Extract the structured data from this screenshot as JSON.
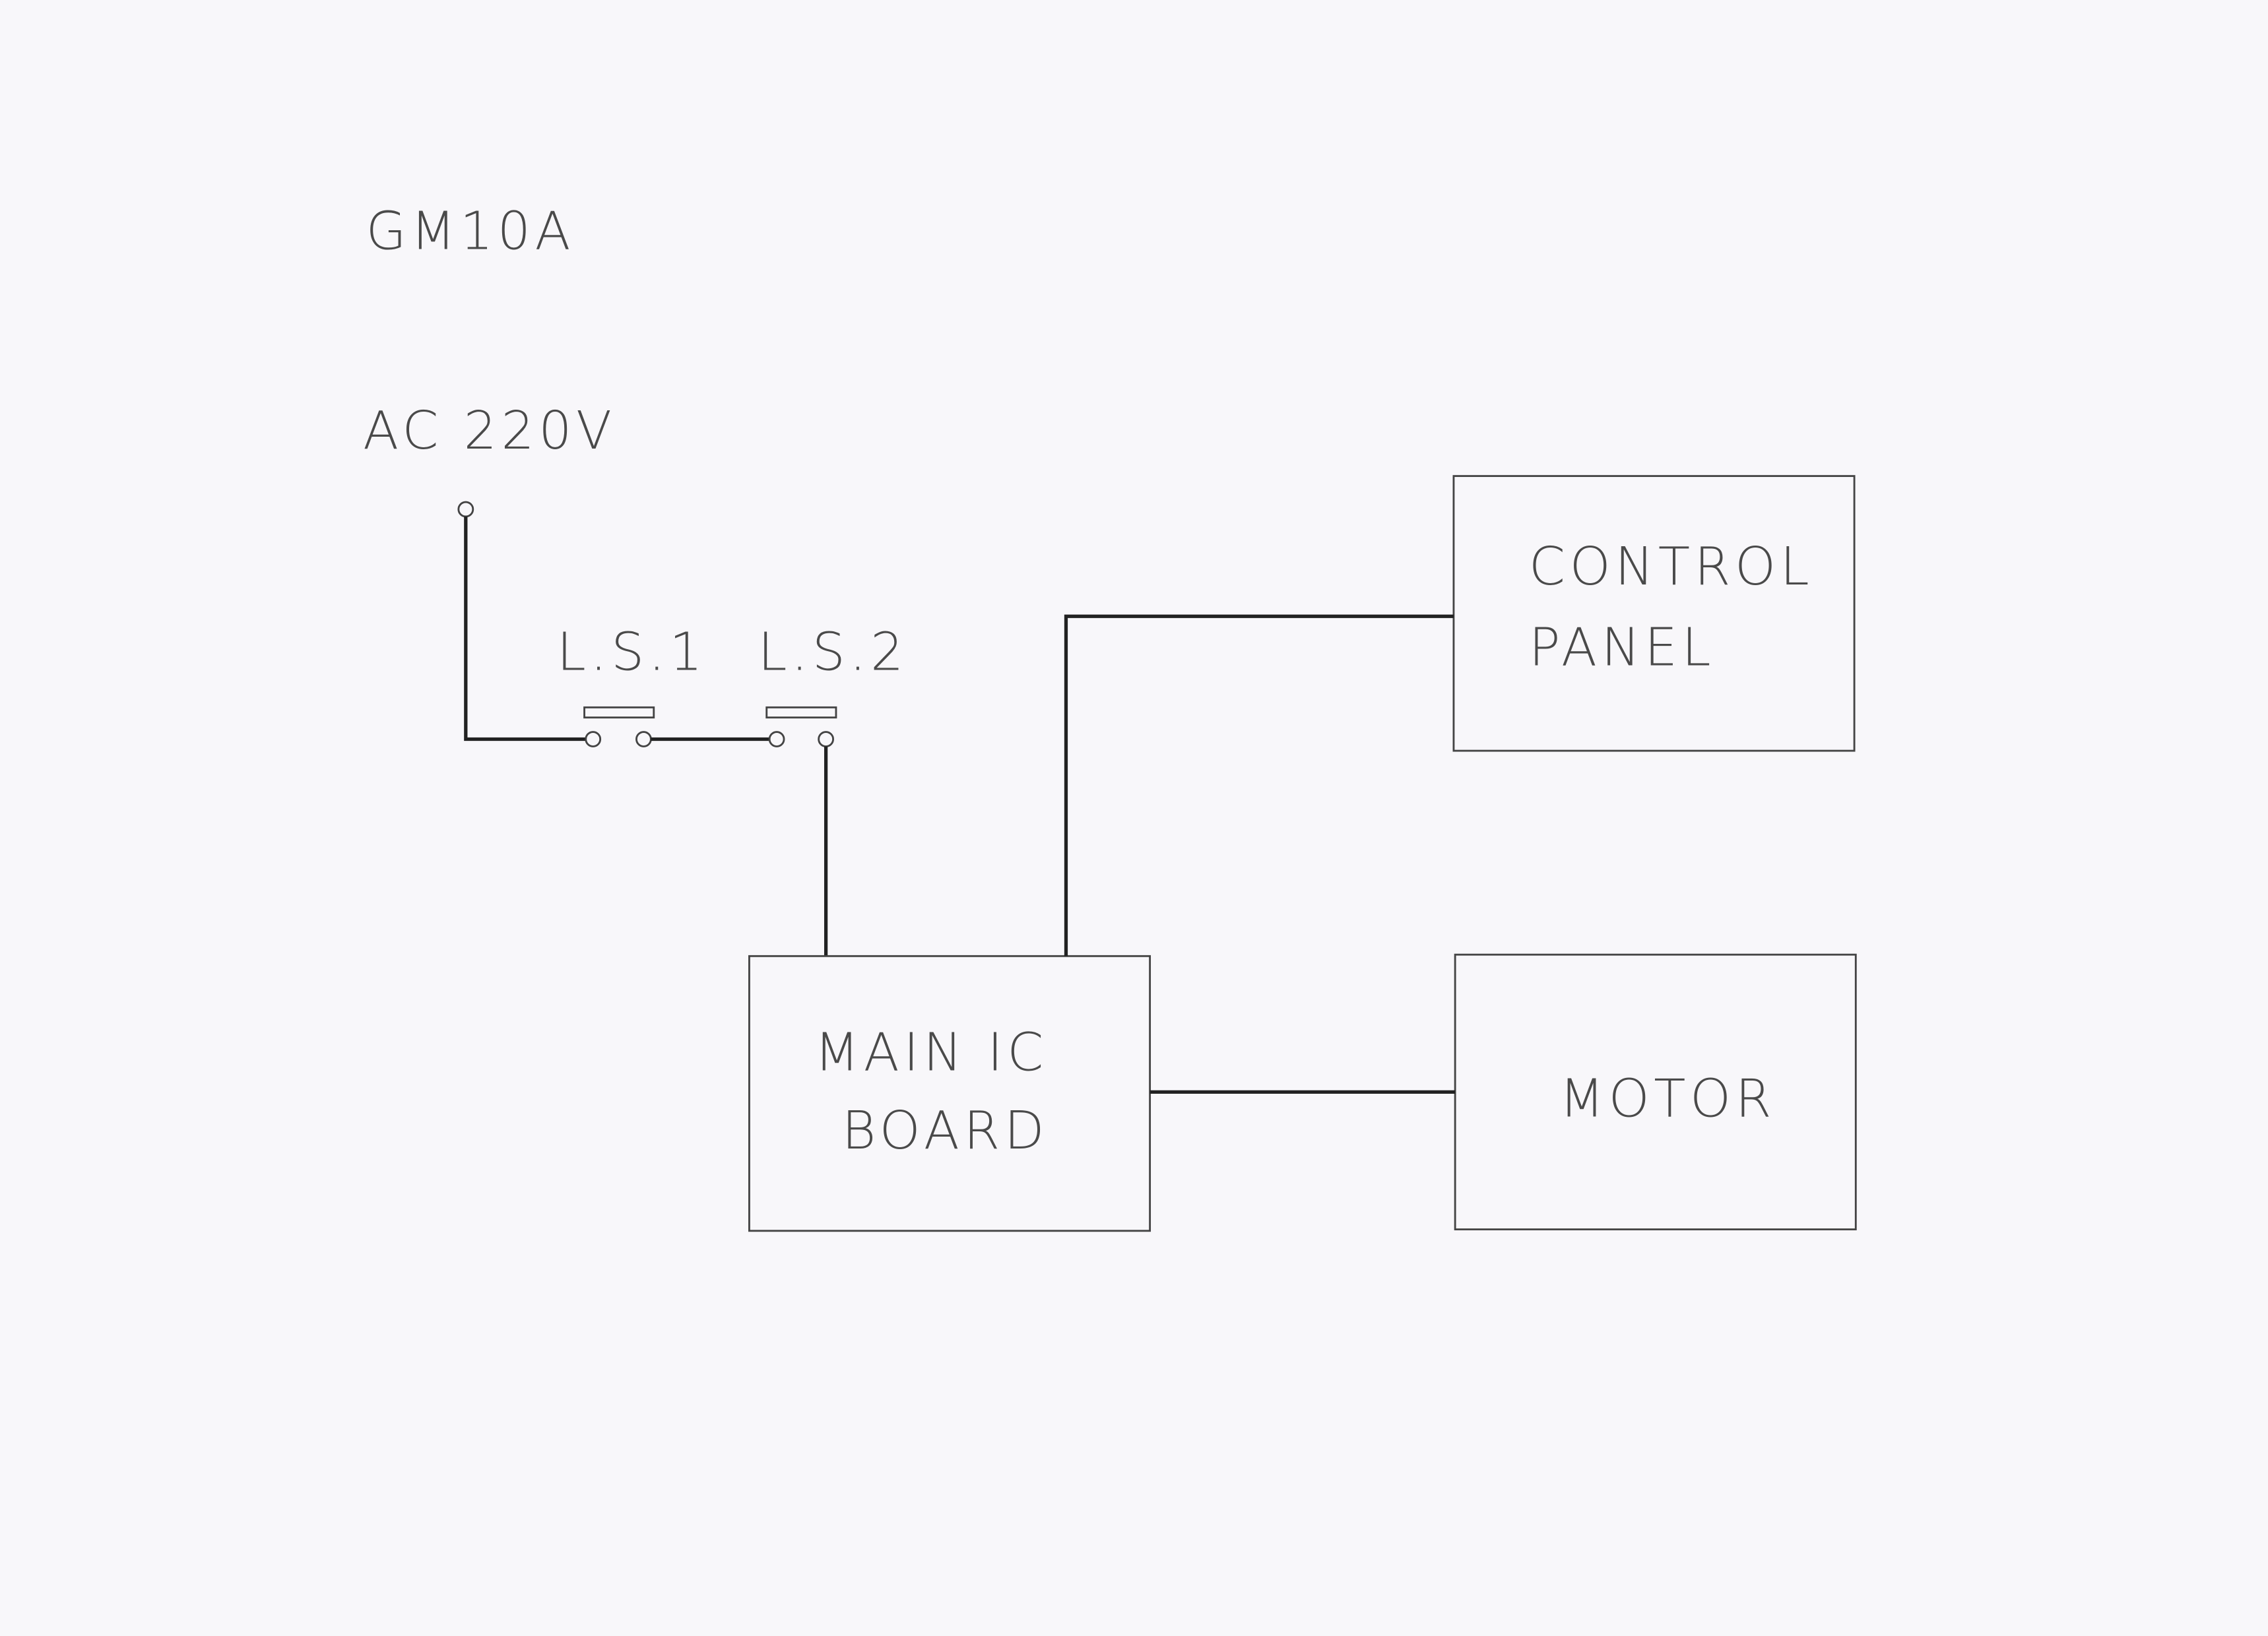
{
  "title": "GM10A",
  "power": {
    "label": "AC 220V"
  },
  "switches": [
    {
      "label": "L.S.1"
    },
    {
      "label": "L.S.2"
    }
  ],
  "blocks": {
    "control_panel": {
      "line1": "CONTROL",
      "line2": "PANEL"
    },
    "main_board": {
      "line1": "MAIN IC",
      "line2": "BOARD"
    },
    "motor": {
      "line1": "MOTOR"
    }
  }
}
